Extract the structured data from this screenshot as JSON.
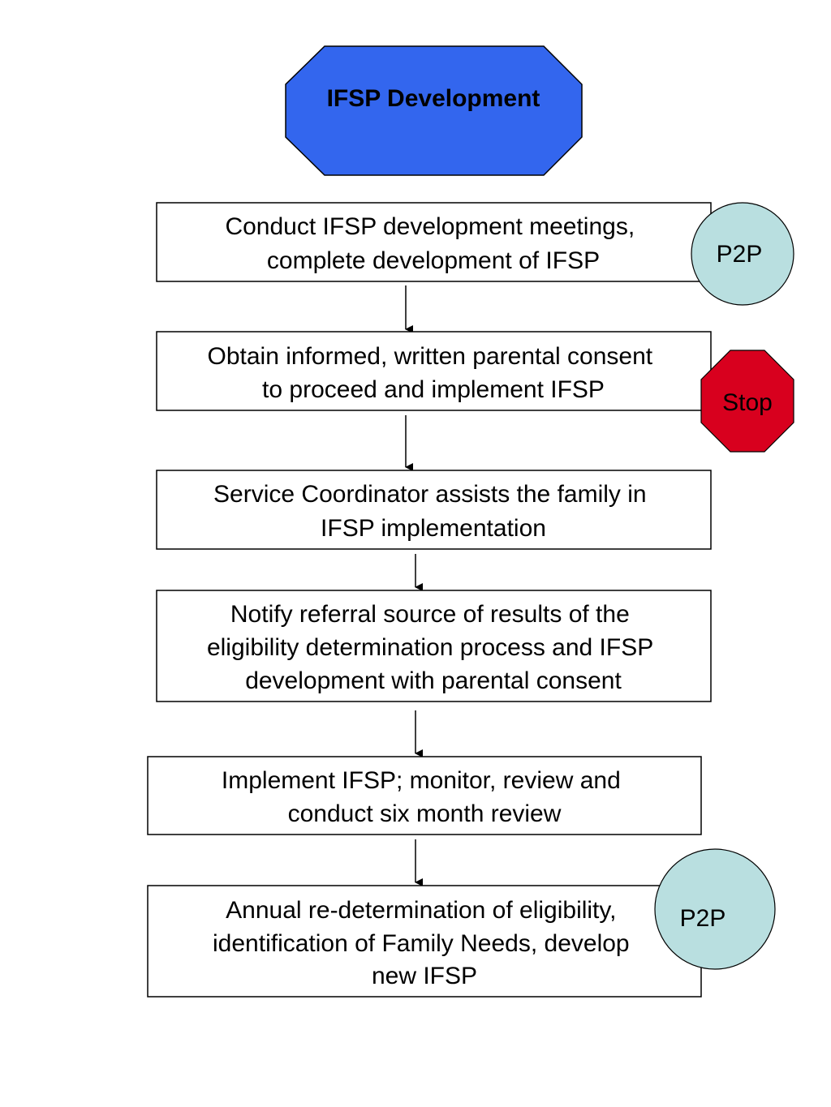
{
  "diagram": {
    "title": "IFSP Development",
    "steps": [
      {
        "lines": [
          "Conduct IFSP development meetings,",
          "complete development of IFSP"
        ]
      },
      {
        "lines": [
          "Obtain informed, written parental consent",
          "to proceed and implement IFSP"
        ]
      },
      {
        "lines": [
          "Service Coordinator assists the family in",
          "IFSP implementation"
        ]
      },
      {
        "lines": [
          "Notify referral source of results of the",
          "eligibility determination process and IFSP",
          "development with parental consent"
        ]
      },
      {
        "lines": [
          "Implement IFSP; monitor, review and",
          "conduct six month review"
        ]
      },
      {
        "lines": [
          "Annual re-determination of eligibility,",
          "identification of Family Needs, develop",
          "new IFSP"
        ]
      }
    ],
    "badges": [
      {
        "label": "P2P",
        "kind": "circle",
        "fill": "#b9dfe0"
      },
      {
        "label": "Stop",
        "kind": "octagon",
        "fill": "#d8001e"
      },
      {
        "label": "P2P",
        "kind": "circle",
        "fill": "#b9dfe0"
      }
    ],
    "colors": {
      "title_fill": "#3366ee",
      "box_stroke": "#000000",
      "arrow": "#000000"
    }
  }
}
